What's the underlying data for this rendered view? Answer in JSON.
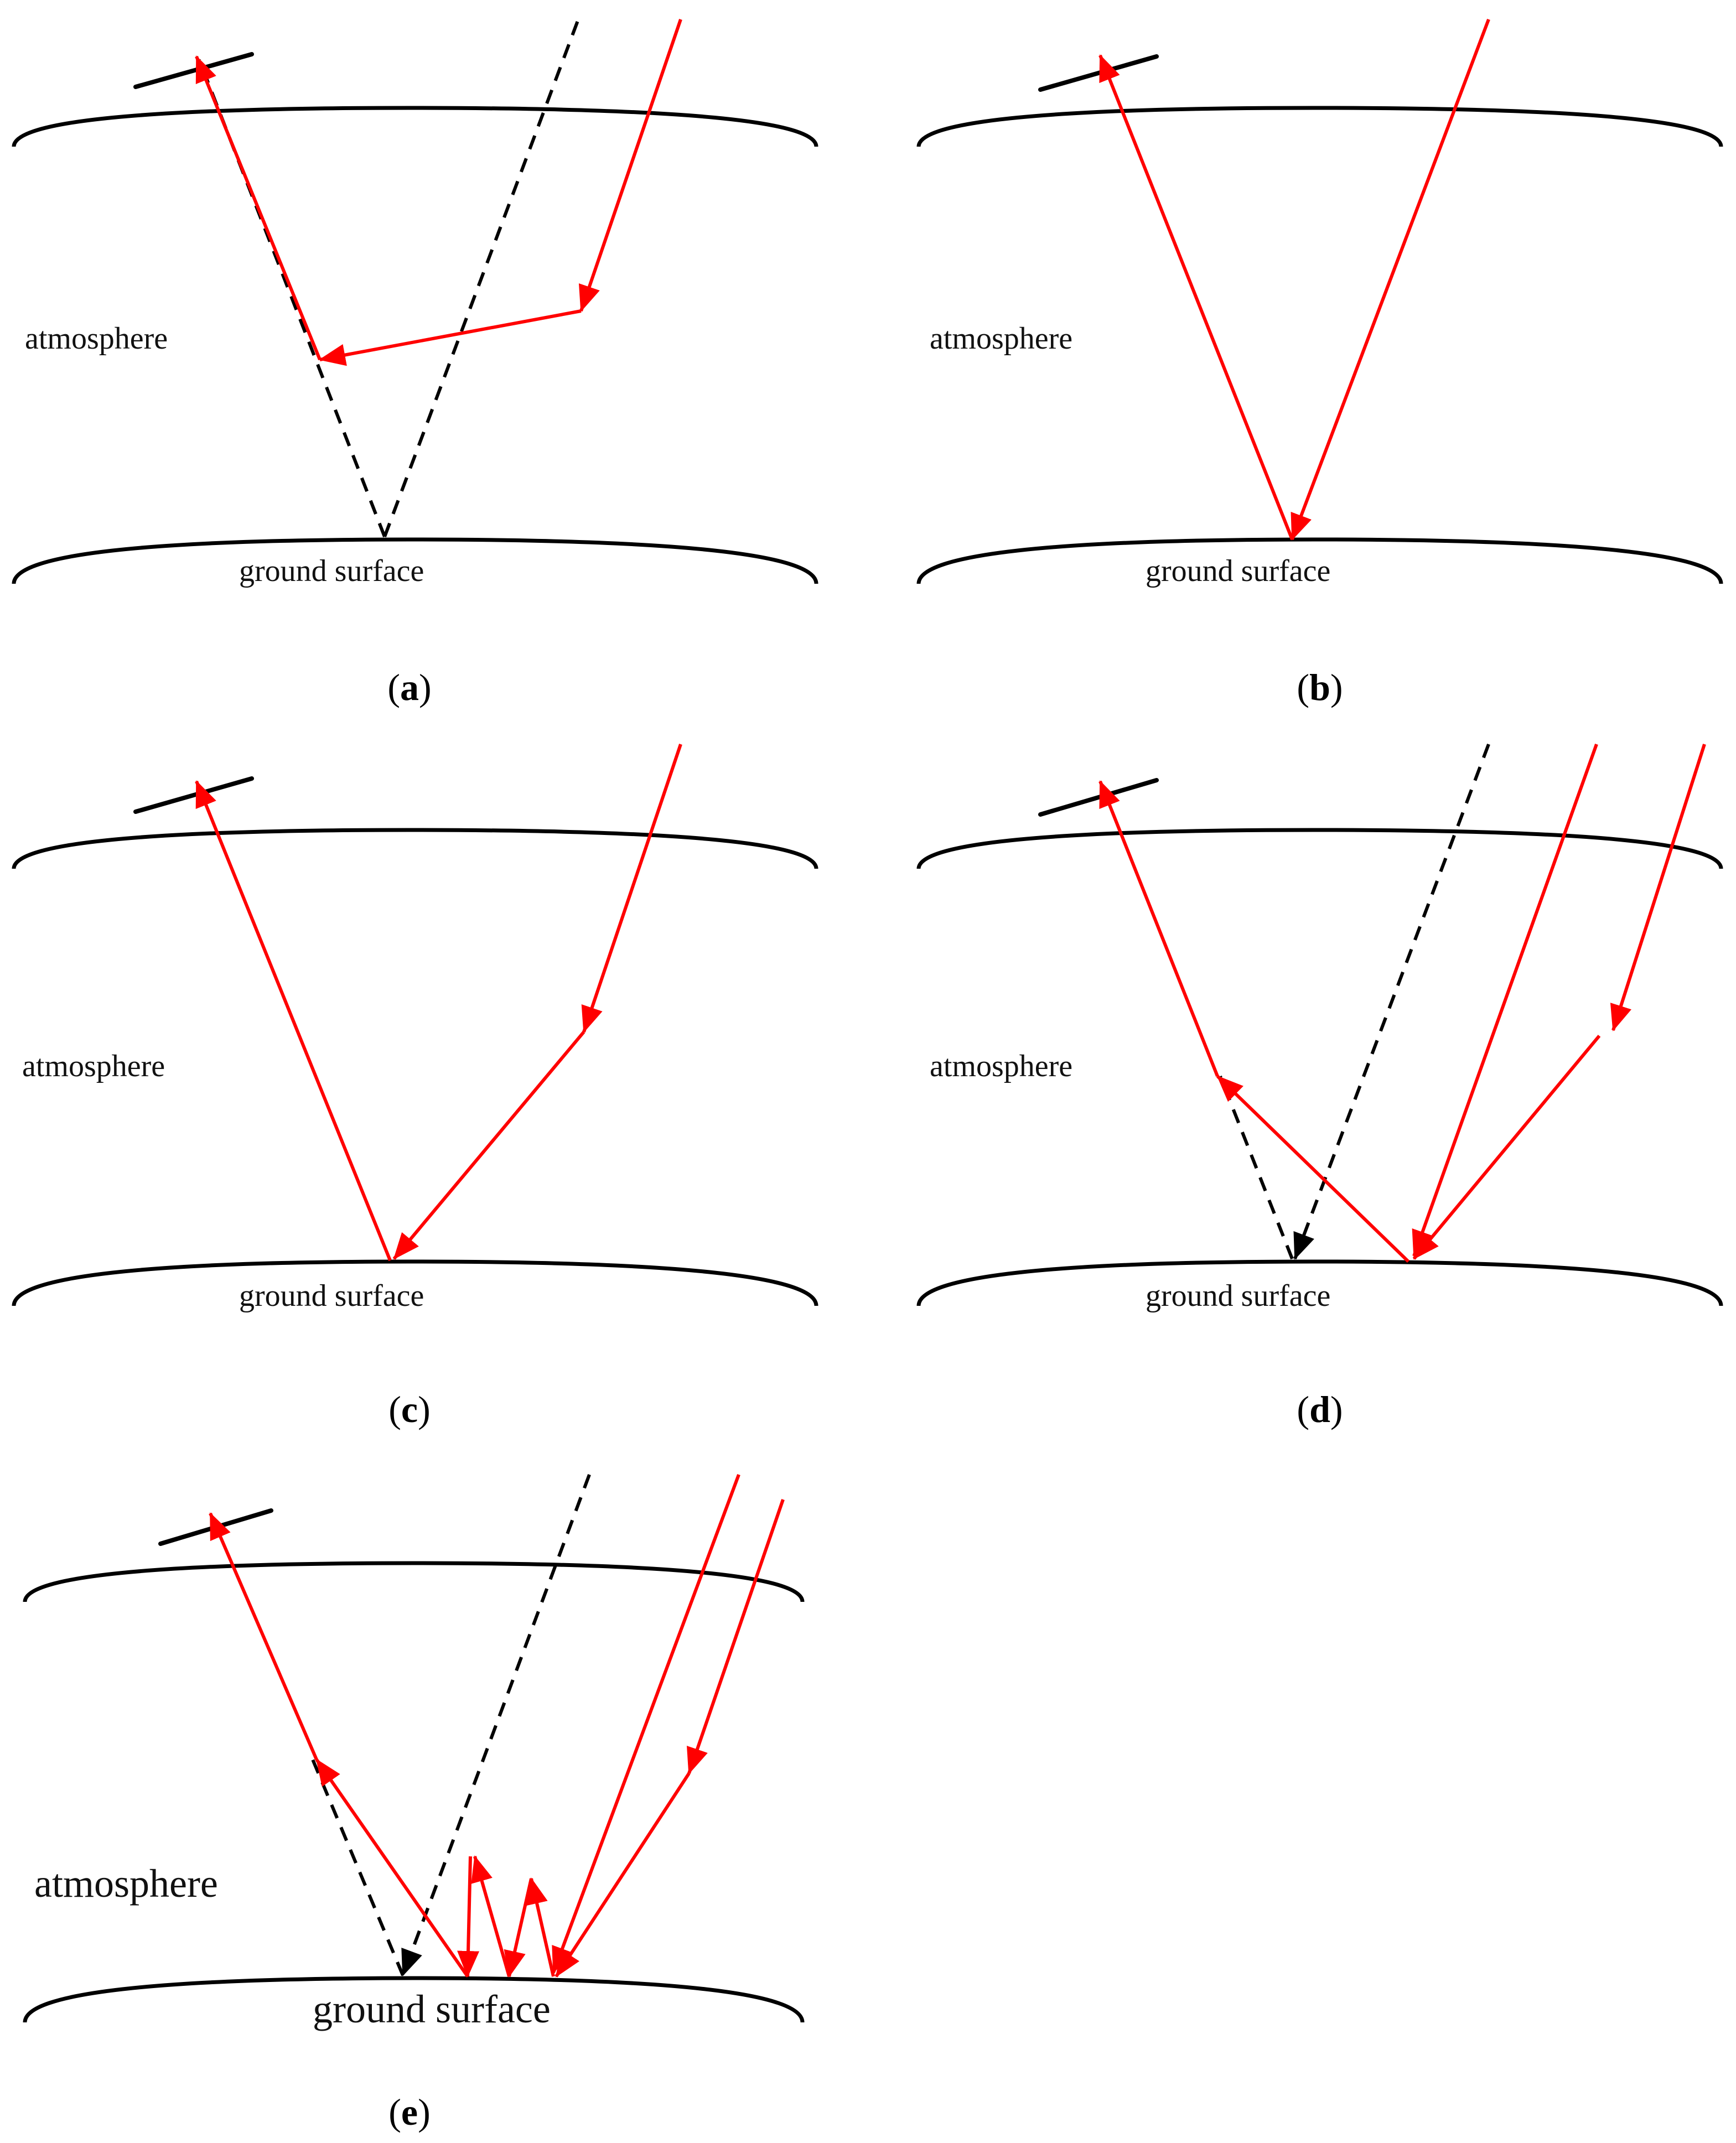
{
  "colors": {
    "ray": "#ff0000",
    "ground_path": "#000000",
    "boundary": "#000000",
    "background": "#ffffff"
  },
  "panels": [
    {
      "id": "a",
      "caption": "(a)",
      "atmosphere_label": "atmosphere",
      "ground_label": "ground surface"
    },
    {
      "id": "b",
      "caption": "(b)",
      "atmosphere_label": "atmosphere",
      "ground_label": "ground surface"
    },
    {
      "id": "c",
      "caption": "(c)",
      "atmosphere_label": "atmosphere",
      "ground_label": "ground surface"
    },
    {
      "id": "d",
      "caption": "(d)",
      "atmosphere_label": "atmosphere",
      "ground_label": "ground surface"
    },
    {
      "id": "e",
      "caption": "(e)",
      "atmosphere_label": "atmosphere",
      "ground_label": "ground surface"
    }
  ]
}
